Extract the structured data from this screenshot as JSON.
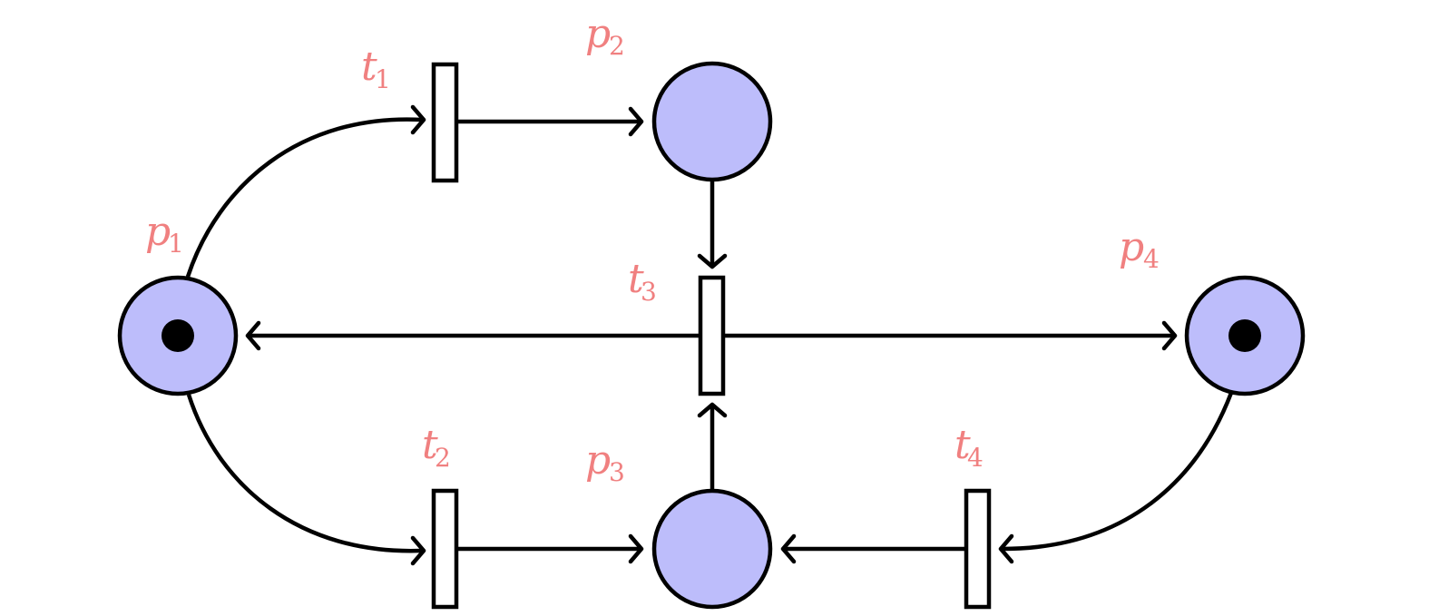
{
  "diagram": {
    "type": "petri-net",
    "colors": {
      "place_fill": "#bdbdfb",
      "stroke": "#000000",
      "label": "#f08080"
    },
    "places": [
      {
        "id": "p1",
        "letter": "p",
        "index": "1",
        "tokens": 1
      },
      {
        "id": "p2",
        "letter": "p",
        "index": "2",
        "tokens": 0
      },
      {
        "id": "p3",
        "letter": "p",
        "index": "3",
        "tokens": 0
      },
      {
        "id": "p4",
        "letter": "p",
        "index": "4",
        "tokens": 1
      }
    ],
    "transitions": [
      {
        "id": "t1",
        "letter": "t",
        "index": "1"
      },
      {
        "id": "t2",
        "letter": "t",
        "index": "2"
      },
      {
        "id": "t3",
        "letter": "t",
        "index": "3"
      },
      {
        "id": "t4",
        "letter": "t",
        "index": "4"
      }
    ],
    "arcs": [
      {
        "from": "p1",
        "to": "t1"
      },
      {
        "from": "t1",
        "to": "p2"
      },
      {
        "from": "p1",
        "to": "t2"
      },
      {
        "from": "t2",
        "to": "p3"
      },
      {
        "from": "p2",
        "to": "t3"
      },
      {
        "from": "p3",
        "to": "t3"
      },
      {
        "from": "t3",
        "to": "p1"
      },
      {
        "from": "t3",
        "to": "p4"
      },
      {
        "from": "p4",
        "to": "t4"
      },
      {
        "from": "t4",
        "to": "p3"
      }
    ]
  }
}
